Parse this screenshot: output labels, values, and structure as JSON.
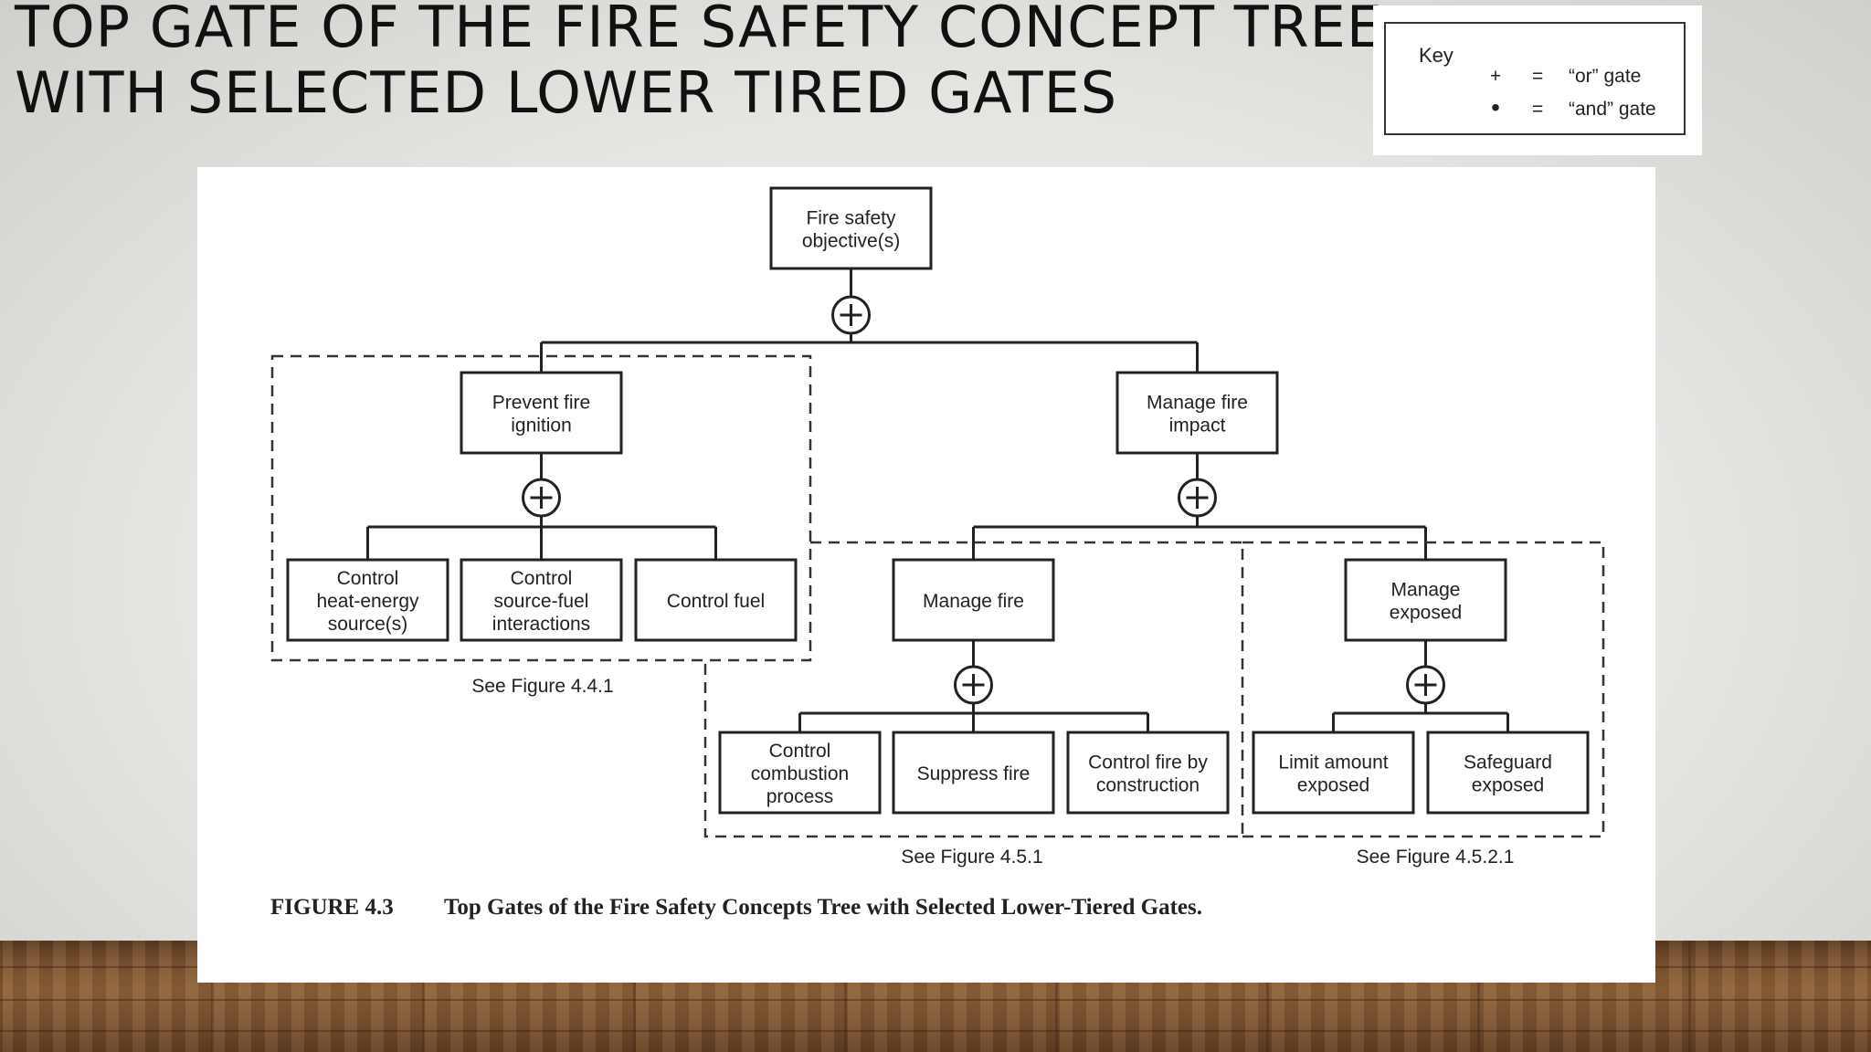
{
  "slide": {
    "title_lines": [
      "TOP GATE OF THE FIRE SAFETY CONCEPT TREE",
      "WITH SELECTED LOWER TIRED GATES"
    ]
  },
  "key": {
    "title": "Key",
    "entries": [
      {
        "symbol": "+",
        "equals": "=",
        "meaning": "“or” gate"
      },
      {
        "symbol": "•",
        "equals": "=",
        "meaning": "“and” gate"
      }
    ]
  },
  "figure": {
    "gate_symbol": "+",
    "nodes": {
      "root": [
        "Fire safety",
        "objective(s)"
      ],
      "prevent": [
        "Prevent fire",
        "ignition"
      ],
      "manage_impact": [
        "Manage fire",
        "impact"
      ],
      "heat_energy": [
        "Control",
        "heat-energy",
        "source(s)"
      ],
      "source_fuel": [
        "Control",
        "source-fuel",
        "interactions"
      ],
      "control_fuel": [
        "Control fuel"
      ],
      "manage_fire": [
        "Manage fire"
      ],
      "manage_exposed": [
        "Manage",
        "exposed"
      ],
      "combustion": [
        "Control",
        "combustion",
        "process"
      ],
      "suppress": [
        "Suppress fire"
      ],
      "construction": [
        "Control fire by",
        "construction"
      ],
      "limit_amount": [
        "Limit amount",
        "exposed"
      ],
      "safeguard": [
        "Safeguard",
        "exposed"
      ]
    },
    "see_figures": {
      "prevent": "See Figure 4.4.1",
      "manage_fire": "See Figure 4.5.1",
      "manage_exposed": "See Figure 4.5.2.1"
    },
    "caption": {
      "number": "FIGURE 4.3",
      "text": "Top Gates of the Fire Safety Concepts Tree with Selected Lower-Tiered Gates."
    }
  }
}
